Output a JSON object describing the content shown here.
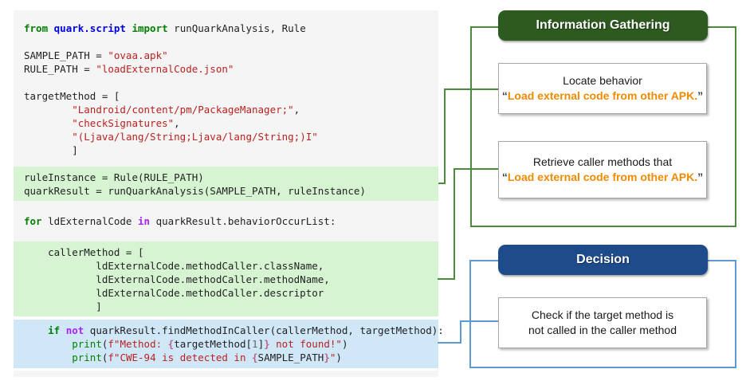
{
  "colors": {
    "code_bg": "#f5f5f5",
    "highlight_green": "#d6f3d2",
    "highlight_blue": "#d0e7f8",
    "line_green": "#4a8b3c",
    "line_blue": "#5b9bd5",
    "header_green": "#2d5a1f",
    "header_blue": "#1e4c8b",
    "orange": "#f08b00"
  },
  "code_panel": {
    "blocks": [
      {
        "name": "code-block-setup",
        "style": "plain-first",
        "lines": [
          [
            [
              "k",
              "from"
            ],
            [
              "p",
              " "
            ],
            [
              "n",
              "quark.script"
            ],
            [
              "p",
              " "
            ],
            [
              "k",
              "import"
            ],
            [
              "p",
              " runQuarkAnalysis, Rule"
            ]
          ],
          [],
          [
            [
              "p",
              "SAMPLE_PATH = "
            ],
            [
              "s",
              "\"ovaa.apk\""
            ]
          ],
          [
            [
              "p",
              "RULE_PATH = "
            ],
            [
              "s",
              "\"loadExternalCode.json\""
            ]
          ],
          [],
          [
            [
              "p",
              "targetMethod = ["
            ]
          ],
          [
            [
              "p",
              "        "
            ],
            [
              "s",
              "\"Landroid/content/pm/PackageManager;\""
            ],
            [
              "p",
              ","
            ]
          ],
          [
            [
              "p",
              "        "
            ],
            [
              "s",
              "\"checkSignatures\""
            ],
            [
              "p",
              ","
            ]
          ],
          [
            [
              "p",
              "        "
            ],
            [
              "s",
              "\"(Ljava/lang/String;Ljava/lang/String;)I\""
            ]
          ],
          [
            [
              "p",
              "        ]"
            ]
          ]
        ]
      },
      {
        "name": "code-block-highlight-rule-analysis",
        "style": "green",
        "lines": [
          [
            [
              "p",
              "ruleInstance = Rule(RULE_PATH)"
            ]
          ],
          [
            [
              "p",
              "quarkResult = runQuarkAnalysis(SAMPLE_PATH, ruleInstance)"
            ]
          ]
        ]
      },
      {
        "name": "code-block-for-loop",
        "style": "plain",
        "lines": [
          [],
          [
            [
              "k",
              "for"
            ],
            [
              "p",
              " ldExternalCode "
            ],
            [
              "o",
              "in"
            ],
            [
              "p",
              " quarkResult.behaviorOccurList:"
            ]
          ],
          []
        ]
      },
      {
        "name": "code-block-highlight-caller-method",
        "style": "green",
        "lines": [
          [
            [
              "p",
              "    callerMethod = ["
            ]
          ],
          [
            [
              "p",
              "            ldExternalCode.methodCaller.className,"
            ]
          ],
          [
            [
              "p",
              "            ldExternalCode.methodCaller.methodName,"
            ]
          ],
          [
            [
              "p",
              "            ldExternalCode.methodCaller.descriptor"
            ]
          ],
          [
            [
              "p",
              "            ]"
            ]
          ]
        ]
      },
      {
        "name": "code-block-highlight-decision-check",
        "style": "blue",
        "lines": [
          [
            [
              "p",
              "    "
            ],
            [
              "k",
              "if"
            ],
            [
              "p",
              " "
            ],
            [
              "o",
              "not"
            ],
            [
              "p",
              " quarkResult.findMethodInCaller(callerMethod, targetMethod):"
            ]
          ],
          [
            [
              "p",
              "        "
            ],
            [
              "b",
              "print"
            ],
            [
              "p",
              "("
            ],
            [
              "s",
              "f\"Method: "
            ],
            [
              "i",
              "{"
            ],
            [
              "p",
              "targetMethod["
            ],
            [
              "m",
              "1"
            ],
            [
              "p",
              "]"
            ],
            [
              "i",
              "}"
            ],
            [
              "s",
              " not found!\""
            ],
            [
              "p",
              ")"
            ]
          ],
          [
            [
              "p",
              "        "
            ],
            [
              "b",
              "print"
            ],
            [
              "p",
              "("
            ],
            [
              "s",
              "f\"CWE-94 is detected in "
            ],
            [
              "i",
              "{"
            ],
            [
              "p",
              "SAMPLE_PATH"
            ],
            [
              "i",
              "}"
            ],
            [
              "s",
              "\""
            ],
            [
              "p",
              ")"
            ]
          ]
        ]
      },
      {
        "name": "code-block-footer-strip",
        "style": "strip",
        "lines": []
      }
    ]
  },
  "flowchart": {
    "info_group": {
      "title": "Information Gathering",
      "boxes": [
        {
          "line1": "Locate behavior",
          "quote_open": "“",
          "quoted": "Load external code from other APK.",
          "quote_close": "”"
        },
        {
          "line1": "Retrieve caller methods that",
          "quote_open": "“",
          "quoted": "Load external code from other APK.",
          "quote_close": "”"
        }
      ]
    },
    "decision_group": {
      "title": "Decision",
      "boxes": [
        {
          "line1": "Check if the target method is",
          "line2": "not called in the caller method"
        }
      ]
    }
  }
}
